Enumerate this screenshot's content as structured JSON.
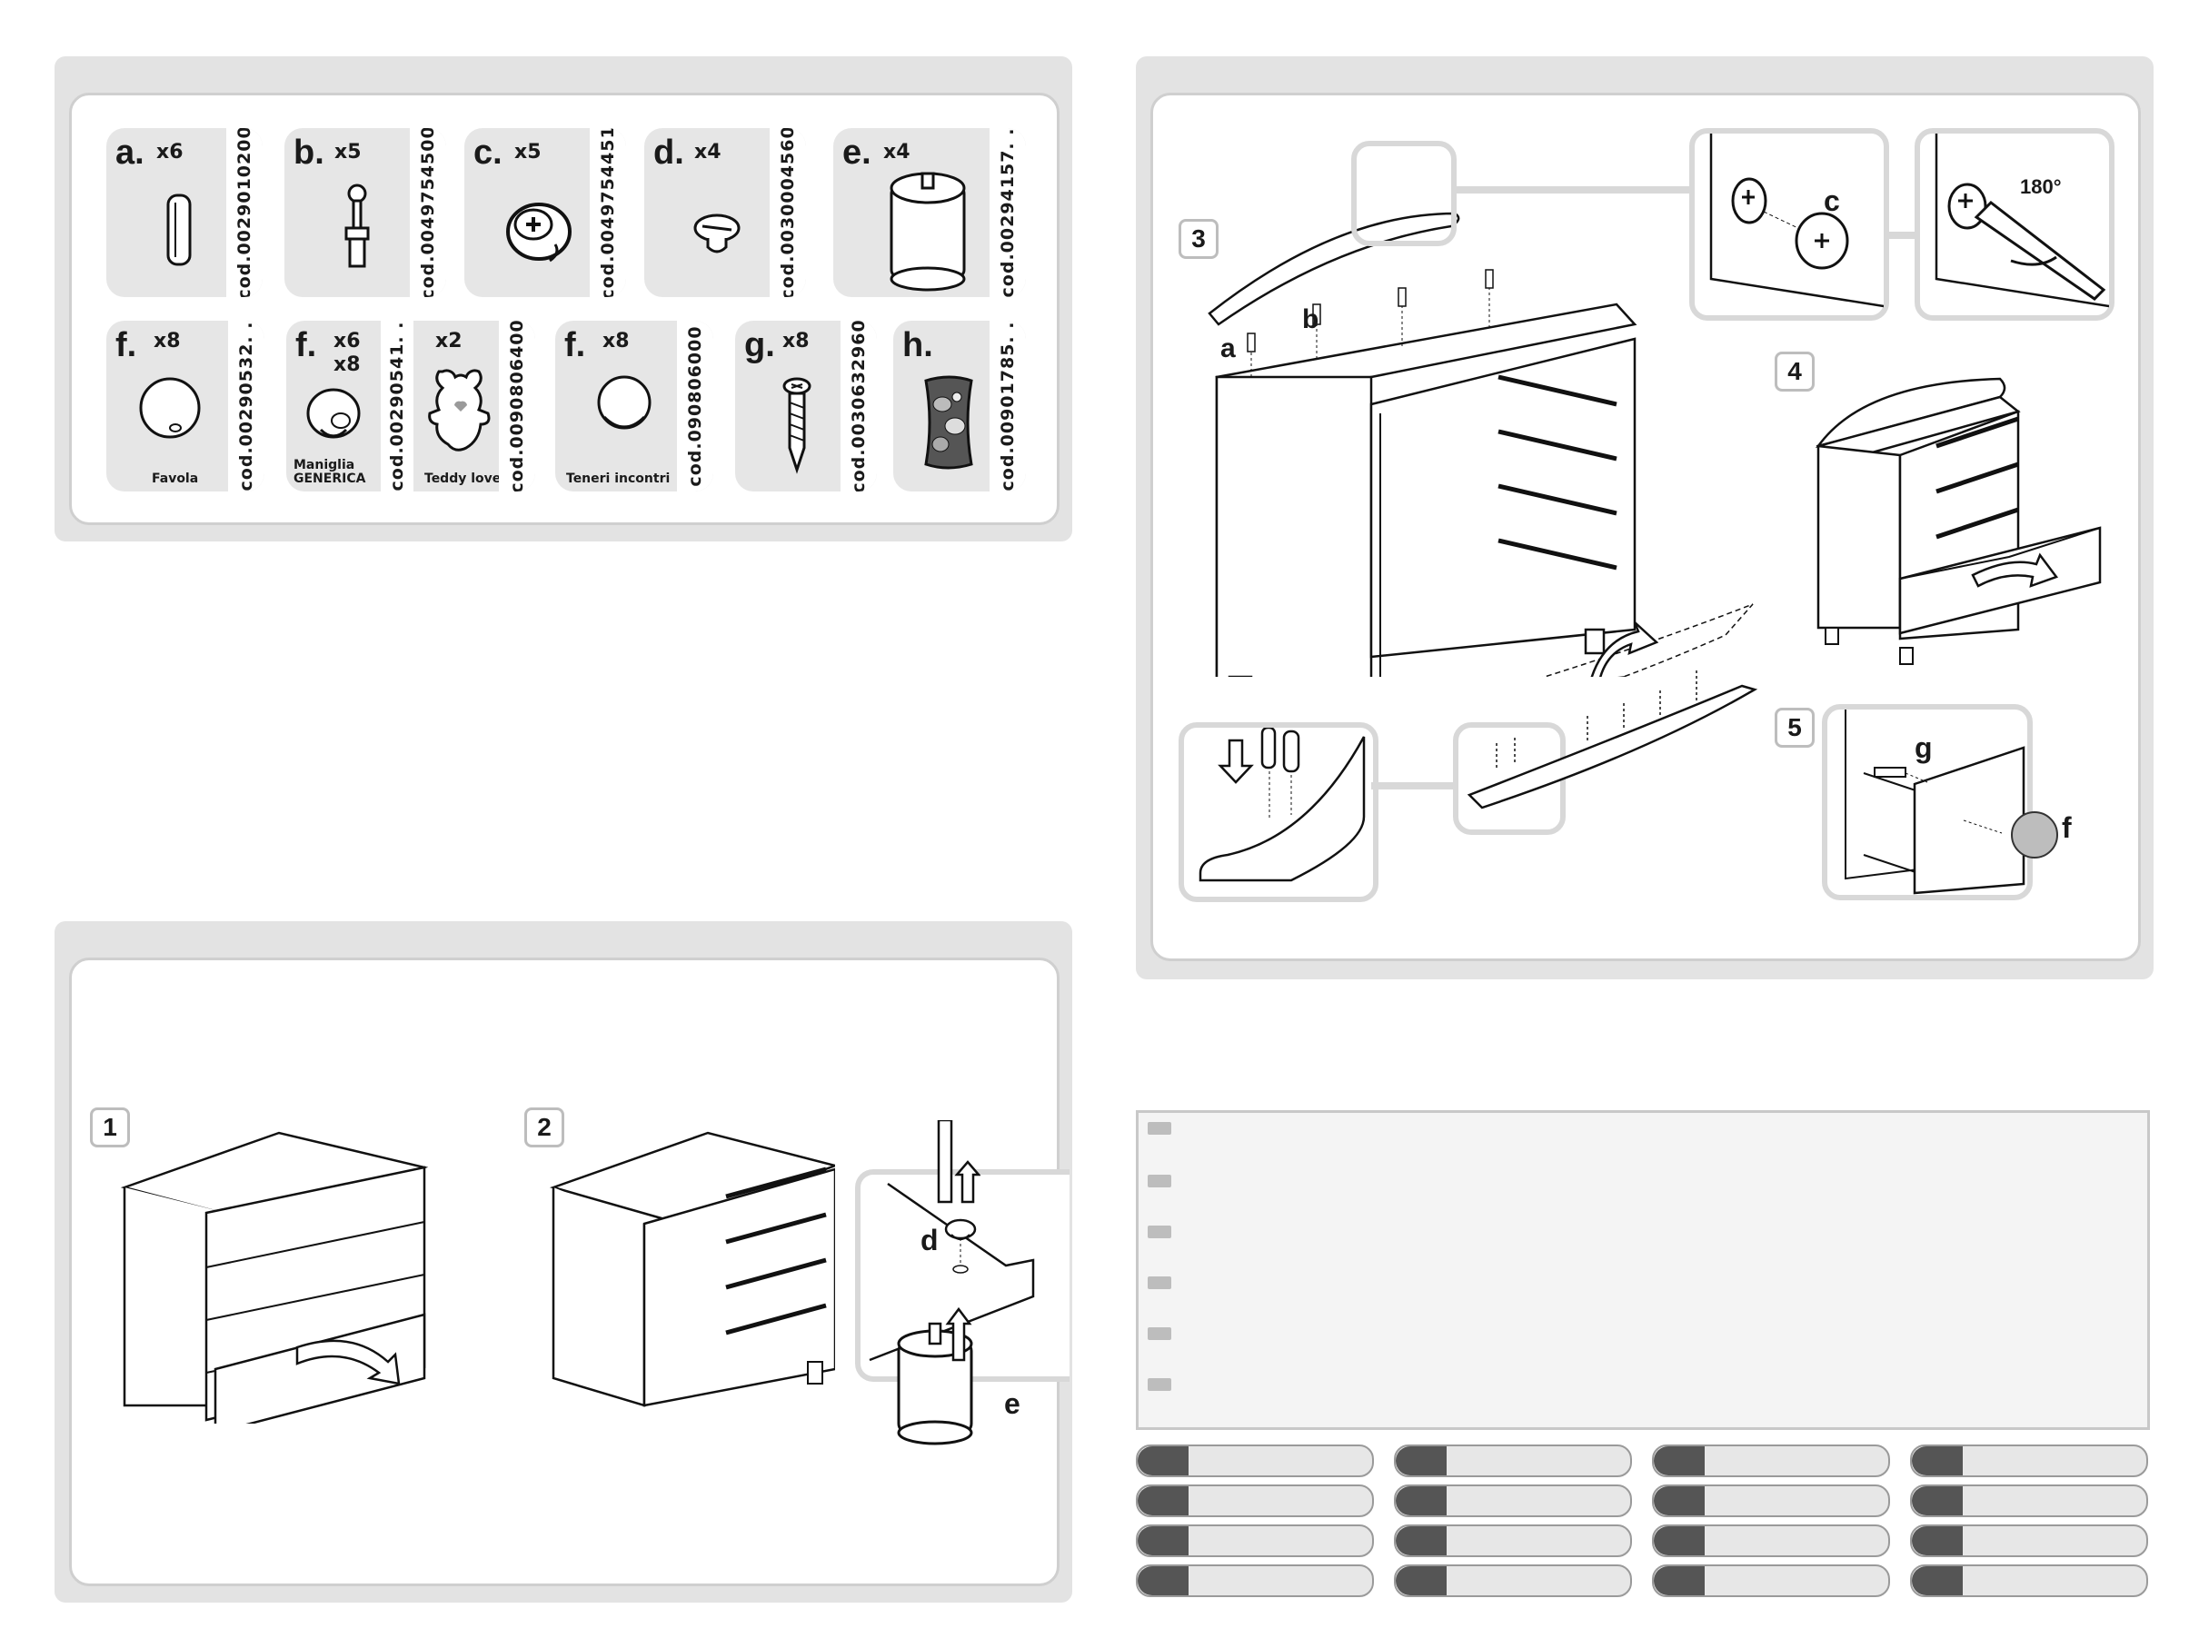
{
  "parts": [
    {
      "letter": "a.",
      "qty": "x6",
      "code": "cod.0029010200",
      "icon": "dowel-icon"
    },
    {
      "letter": "b.",
      "qty": "x5",
      "code": "cod.0049754500",
      "icon": "cam-bolt-icon"
    },
    {
      "letter": "c.",
      "qty": "x5",
      "code": "cod.0049754451",
      "icon": "cam-lock-icon"
    },
    {
      "letter": "d.",
      "qty": "x4",
      "code": "cod.0030004560",
      "icon": "screw-cap-icon"
    },
    {
      "letter": "e.",
      "qty": "x4",
      "code": "cod.00294157. .",
      "icon": "foot-icon"
    },
    {
      "letter": "f.",
      "qty": "x8",
      "code": "cod.00290532. .",
      "name": "Favola",
      "icon": "round-knob-icon"
    },
    {
      "letter": "f.",
      "qty": "x6",
      "qty2": "x8",
      "code": "cod.00290541. .",
      "name": "Maniglia GENERICA",
      "icon": "mushroom-knob-icon"
    },
    {
      "qty": "x2",
      "code": "cod.0090806400",
      "name": "Teddy love",
      "icon": "teddy-bear-knob-icon"
    },
    {
      "letter": "f.",
      "qty": "x8",
      "code": "cod.090806000",
      "name": "Teneri incontri",
      "icon": "flat-knob-icon"
    },
    {
      "letter": "g.",
      "qty": "x8",
      "code": "cod.0030632960",
      "icon": "wood-screw-icon"
    },
    {
      "letter": "h.",
      "code": "cod.00901785. .",
      "icon": "hardware-bag-icon"
    }
  ],
  "steps": {
    "s1": "1",
    "s2": "2",
    "s3": "3",
    "s4": "4",
    "s5": "5"
  },
  "labels": {
    "a": "a",
    "b": "b",
    "c": "c",
    "d": "d",
    "e": "e",
    "f": "f",
    "g": "g",
    "angle": "180°"
  }
}
